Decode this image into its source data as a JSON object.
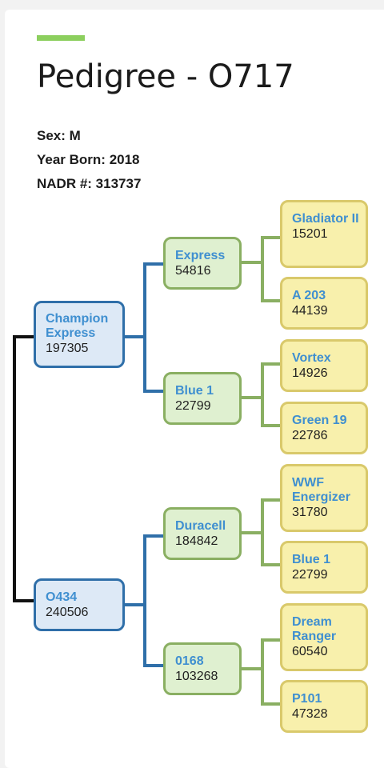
{
  "page": {
    "title": "Pedigree - O717",
    "sex": "Sex: M",
    "year_born": "Year Born: 2018",
    "nadr": "NADR #: 313737"
  },
  "pedigree": {
    "sire": {
      "name": "Champion Express",
      "id": "197305",
      "sire": {
        "name": "Express",
        "id": "54816",
        "sire": {
          "name": "Gladiator II",
          "id": "15201"
        },
        "dam": {
          "name": "A 203",
          "id": "44139"
        }
      },
      "dam": {
        "name": "Blue 1",
        "id": "22799",
        "sire": {
          "name": "Vortex",
          "id": "14926"
        },
        "dam": {
          "name": "Green 19",
          "id": "22786"
        }
      }
    },
    "dam": {
      "name": "O434",
      "id": "240506",
      "sire": {
        "name": "Duracell",
        "id": "184842",
        "sire": {
          "name": "WWF Energizer",
          "id": "31780"
        },
        "dam": {
          "name": "Blue 1",
          "id": "22799"
        }
      },
      "dam": {
        "name": "0168",
        "id": "103268",
        "sire": {
          "name": "Dream Ranger",
          "id": "60540"
        },
        "dam": {
          "name": "P101",
          "id": "47328"
        }
      }
    }
  },
  "colors": {
    "accent": "#8ccf5e",
    "gen1_fill": "#dde9f6",
    "gen1_border": "#2f6fa9",
    "gen2_fill": "#dff0d0",
    "gen2_border": "#8aaf62",
    "gen3_fill": "#f8f0ac",
    "gen3_border": "#d9c96b",
    "name_text": "#3f8fd0"
  }
}
